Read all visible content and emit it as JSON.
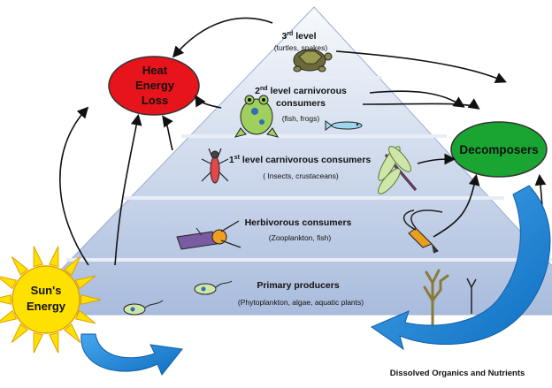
{
  "pyramid": {
    "levels": [
      {
        "key": "third",
        "title_num": "3",
        "title_sup": "rd",
        "title_rest": " level",
        "sub": "(turtles, snakes)"
      },
      {
        "key": "second",
        "title_num": "2",
        "title_sup": "nd",
        "title_rest": " level carnivorous",
        "title_line2": "consumers",
        "sub": "(fish, frogs)"
      },
      {
        "key": "first",
        "title_num": "1",
        "title_sup": "st",
        "title_rest": " level carnivorous consumers",
        "sub": "( Insects, crustaceans)"
      },
      {
        "key": "herbivores",
        "title": "Herbivorous consumers",
        "sub": "(Zooplankton, fish)"
      },
      {
        "key": "producers",
        "title": "Primary producers",
        "sub": "(Phytoplankton, algae, aquatic plants)"
      }
    ]
  },
  "heat_loss": {
    "line1": "Heat",
    "line2": "Energy",
    "line3": "Loss",
    "color": "#e8141b"
  },
  "decomposers": {
    "label": "Decomposers",
    "color": "#1aa533"
  },
  "sun": {
    "line1": "Sun's",
    "line2": "Energy",
    "color": "#ffe100"
  },
  "nutrients_label": "Dissolved Organics and Nutrients",
  "colors": {
    "pyramid_top": "#ffffff",
    "pyramid_bottom": "#9fb4d8",
    "arrow_blue": "#1a7fd0"
  }
}
